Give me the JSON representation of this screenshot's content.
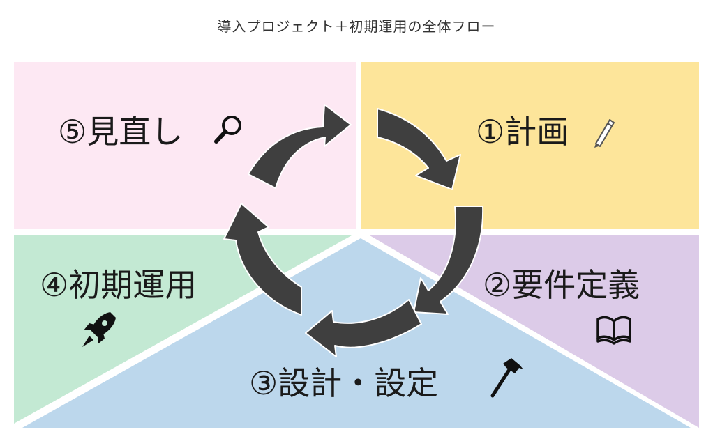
{
  "title": "導入プロジェクト＋初期運用の全体フロー",
  "phases": [
    {
      "label": "①計画",
      "icon": "pencil-icon",
      "color": "#fde59a"
    },
    {
      "label": "②要件定義",
      "icon": "open-book-icon",
      "color": "#dccbe8"
    },
    {
      "label": "③設計・設定",
      "icon": "hammer-icon",
      "color": "#bcd7ec"
    },
    {
      "label": "④初期運用",
      "icon": "rocket-icon",
      "color": "#c3e9d3"
    },
    {
      "label": "⑤見直し",
      "icon": "magnifier-icon",
      "color": "#fde8f3"
    }
  ],
  "arrow_color": "#3f3f3f"
}
